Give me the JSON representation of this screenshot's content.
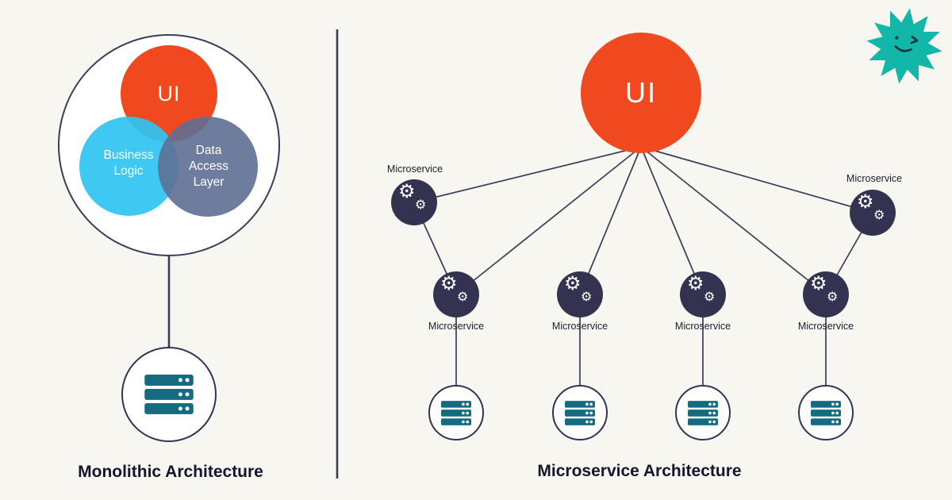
{
  "titles": {
    "left": "Monolithic Architecture",
    "right": "Microservice Architecture"
  },
  "monolith": {
    "ui_label": "UI",
    "business_logic_label": "Business Logic",
    "data_access_label": "Data Access Layer"
  },
  "microservice_diagram": {
    "ui_label": "UI",
    "nodes": [
      {
        "label": "Microservice"
      },
      {
        "label": "Microservice"
      },
      {
        "label": "Microservice"
      },
      {
        "label": "Microservice"
      },
      {
        "label": "Microservice"
      },
      {
        "label": "Microservice"
      }
    ]
  },
  "icons": {
    "gear": "⚙",
    "server": "server-stack-icon",
    "mascot": "winking-starburst-icon"
  },
  "colors": {
    "accent_orange": "#f1491f",
    "business_cyan": "#2fc4f1",
    "data_slate": "#5e6f93",
    "node_navy": "#333250",
    "server_teal": "#156c80",
    "line": "#3b3c5a",
    "mascot_teal": "#12b7aa",
    "background": "#f7f6f1",
    "text_dark": "#15162b"
  }
}
